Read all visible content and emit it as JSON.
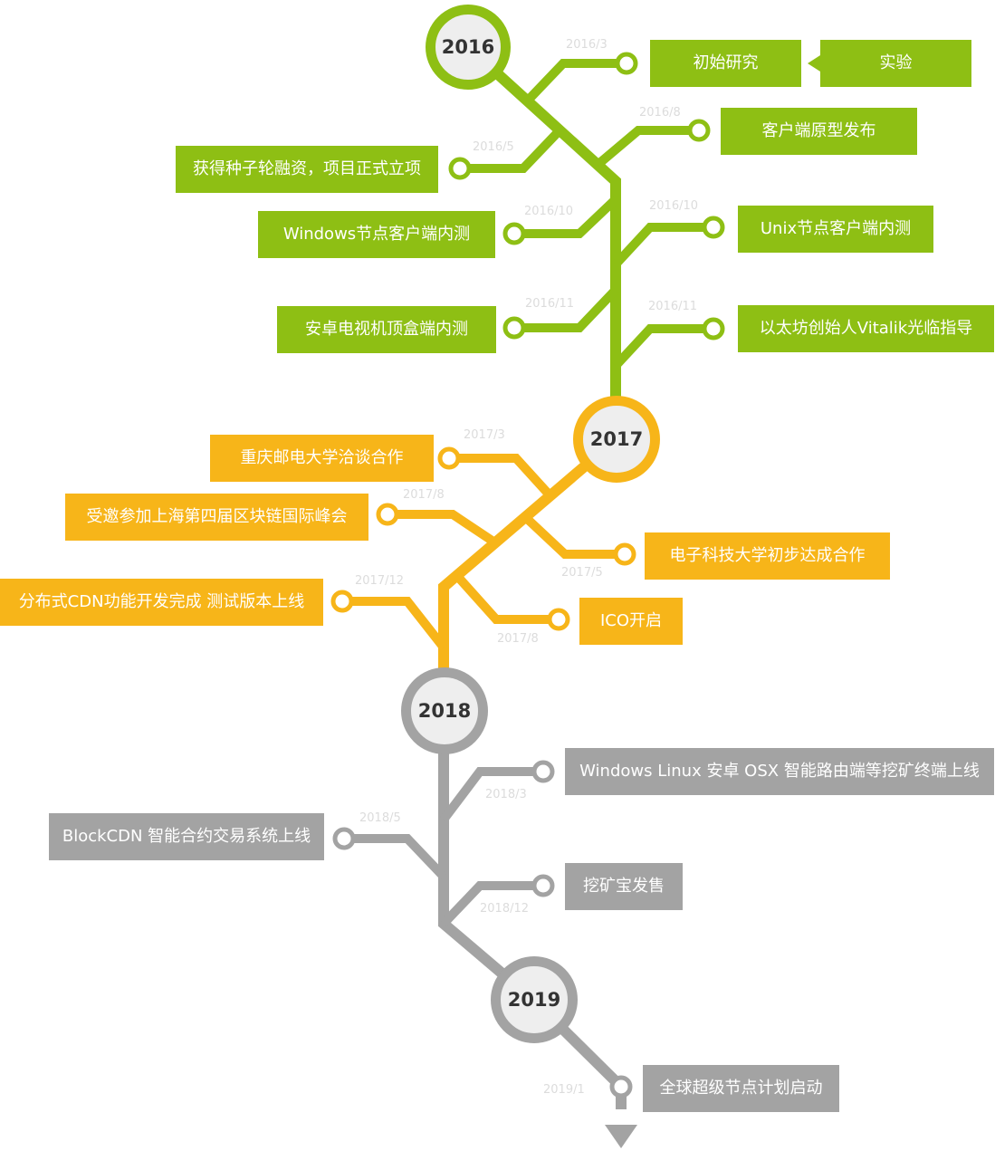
{
  "colors": {
    "green": "#8ebf14",
    "orange": "#f7b519",
    "gray": "#a3a3a3",
    "node_fill": "#ffffff",
    "year_fill": "#eeeeee"
  },
  "years": {
    "y2016": "2016",
    "y2017": "2017",
    "y2018": "2018",
    "y2019": "2019"
  },
  "events": {
    "e1": {
      "date": "2016/3",
      "label": "初始研究"
    },
    "e1b": {
      "label": "实验"
    },
    "e2": {
      "date": "2016/8",
      "label": "客户端原型发布"
    },
    "e3": {
      "date": "2016/5",
      "label": "获得种子轮融资，项目正式立项"
    },
    "e4": {
      "date": "2016/10",
      "label": "Windows节点客户端内测"
    },
    "e5": {
      "date": "2016/10",
      "label": "Unix节点客户端内测"
    },
    "e6": {
      "date": "2016/11",
      "label": "安卓电视机顶盒端内测"
    },
    "e7": {
      "date": "2016/11",
      "label": "以太坊创始人Vitalik光临指导"
    },
    "e8": {
      "date": "2017/3",
      "label": "重庆邮电大学洽谈合作"
    },
    "e9": {
      "date": "2017/8",
      "label": "受邀参加上海第四届区块链国际峰会"
    },
    "e10": {
      "date": "2017/5",
      "label": "电子科技大学初步达成合作"
    },
    "e11": {
      "date": "2017/12",
      "label": "分布式CDN功能开发完成 测试版本上线"
    },
    "e12": {
      "date": "2017/8",
      "label": "ICO开启"
    },
    "e13": {
      "date": "2018/3",
      "label": "Windows  Linux 安卓 OSX 智能路由端等挖矿终端上线"
    },
    "e14": {
      "date": "2018/5",
      "label": "BlockCDN 智能合约交易系统上线"
    },
    "e15": {
      "date": "2018/12",
      "label": "挖矿宝发售"
    },
    "e16": {
      "date": "2019/1",
      "label": "全球超级节点计划启动"
    }
  }
}
